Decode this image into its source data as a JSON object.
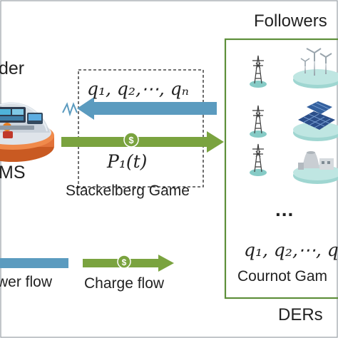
{
  "leader": {
    "title": "der",
    "ems_label": "MS"
  },
  "game": {
    "quantities_upper": "q",
    "quantities_math": "q₁, q₂,⋯, qₙ",
    "price_math": "P₁(t)",
    "label": "Stackelberg Game"
  },
  "followers": {
    "title": "Followers",
    "ellipsis": "...",
    "quantities_math": "q₁, q₂,⋯, q",
    "label": "Cournot Gam"
  },
  "legend": {
    "power_flow": "wer flow",
    "charge_flow": "Charge flow"
  },
  "ders_label": "DERs",
  "colors": {
    "power_arrow": "#5b9bbf",
    "charge_arrow": "#7aa33f",
    "followers_border": "#5e8f3a",
    "platform": "#86cbc6",
    "leader_base": "#e2733a"
  },
  "icons": [
    "transmission-tower-icon",
    "wind-turbine-icon",
    "solar-panel-icon",
    "power-plant-icon",
    "dollar-icon",
    "lightning-icon",
    "control-room-icon"
  ]
}
